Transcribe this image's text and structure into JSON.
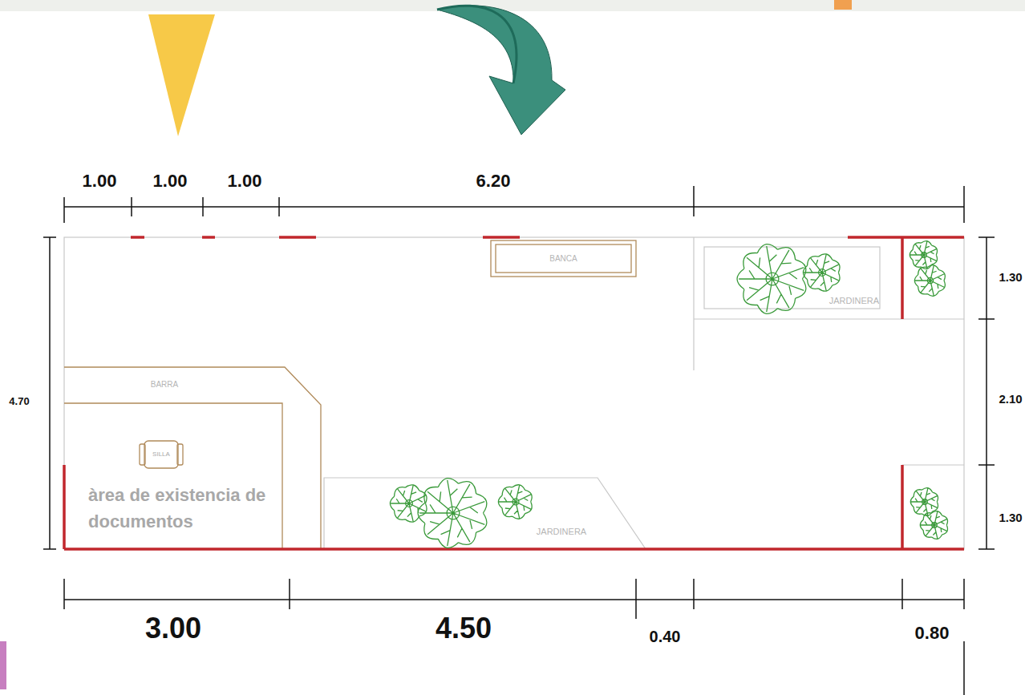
{
  "diagram": {
    "nodes": [
      {
        "text": [
          "BANCA"
        ]
      },
      {
        "text": [
          "JARDINERA"
        ]
      },
      {
        "text": [
          "BARRA"
        ]
      },
      {
        "text": [
          "àrea de existencia de documentos"
        ]
      },
      {
        "text": [
          "SILLA"
        ],
        "in": 3
      },
      {
        "text": [
          "JARDINERA"
        ]
      }
    ],
    "labels": [
      "1.00",
      "1.00",
      "1.00",
      "6.20",
      "4.70",
      "1.30",
      "2.10",
      "1.30",
      "3.00",
      "4.50",
      "0.40",
      "0.80"
    ]
  }
}
